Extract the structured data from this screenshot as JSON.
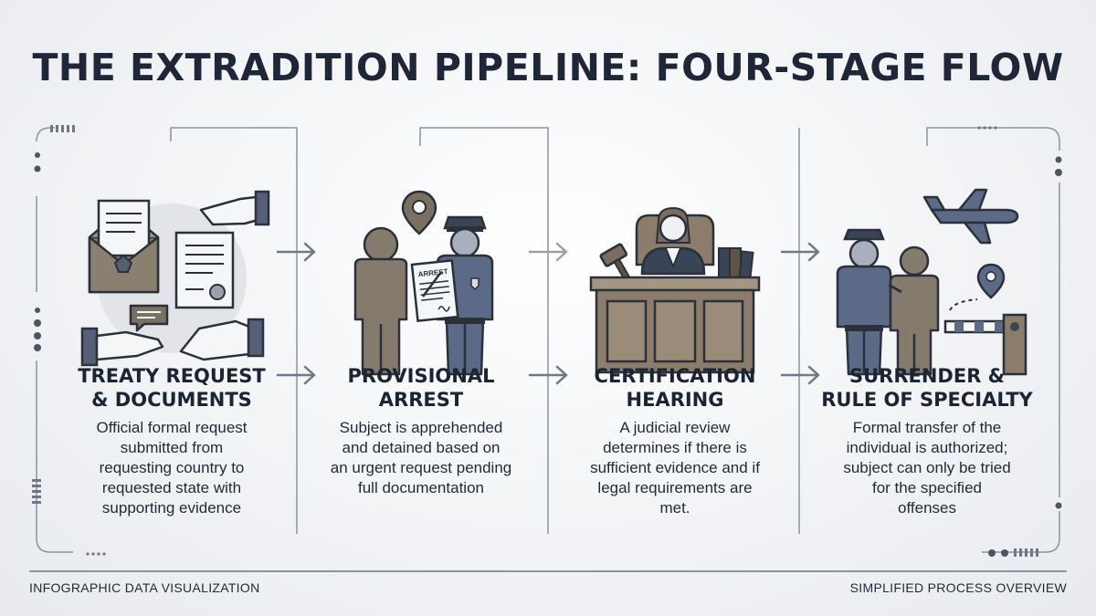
{
  "title": "THE EXTRADITION PIPELINE: FOUR-STAGE FLOW",
  "stages": [
    {
      "title_line1": "TREATY REQUEST",
      "title_line2": "& DOCUMENTS",
      "desc": [
        "Official formal request",
        "submitted from",
        "requesting country to",
        "requested state with",
        "supporting evidence"
      ],
      "icon": "document-envelope-handshake"
    },
    {
      "title_line1": "PROVISIONAL",
      "title_line2": "ARREST",
      "desc": [
        "Subject is apprehended",
        "and detained based on",
        "an urgent request pending",
        "full documentation"
      ],
      "icon": "officer-arrest-warrant",
      "warrant_label": "ARREST"
    },
    {
      "title_line1": "CERTIFICATION",
      "title_line2": "HEARING",
      "desc": [
        "A judicial review",
        "determines if there is",
        "sufficient evidence and if",
        "legal requirements are",
        "met."
      ],
      "icon": "judge-gavel-bench"
    },
    {
      "title_line1": "SURRENDER &",
      "title_line2": "RULE OF SPECIALTY",
      "desc": [
        "Formal transfer of the",
        "individual is authorized;",
        "subject can only be tried",
        "for the specified",
        "offenses"
      ],
      "icon": "officer-airplane-barrier"
    }
  ],
  "footer": {
    "left": "INFOGRAPHIC DATA VISUALIZATION",
    "right": "SIMPLIFIED PROCESS OVERVIEW"
  },
  "colors": {
    "navy": "#1d2738",
    "slate": "#5b6a86",
    "taupe": "#7d7363",
    "wood": "#8b7d6a",
    "line": "#7c8591"
  }
}
